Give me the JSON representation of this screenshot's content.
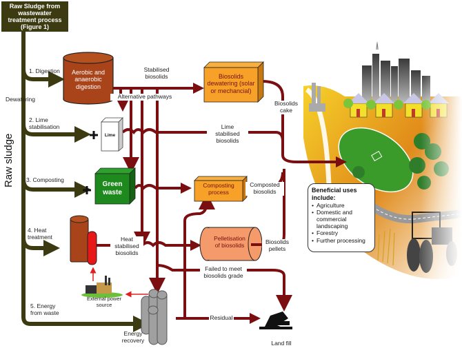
{
  "title_box": "Raw Sludge from\nwastewater\ntreatment process\n(Figure 1)",
  "vertical_label": "Raw sludge",
  "colors": {
    "trunk": "#3b3a10",
    "pathway": "#7a0e10",
    "power_arrow": "#e02020",
    "digester": "#a8431a",
    "dewatering_box": "#f7a128",
    "green_waste": "#1e8a1e",
    "pellet": "#f59a6a"
  },
  "process_routes": [
    {
      "id": "digestion",
      "label": "1. Digestion"
    },
    {
      "id": "dewatering",
      "label": "Dewatering"
    },
    {
      "id": "lime",
      "label": "2. Lime\nstabilisation"
    },
    {
      "id": "composting",
      "label": "3. Composting"
    },
    {
      "id": "heat",
      "label": "4. Heat\ntreatment"
    },
    {
      "id": "energy",
      "label": "5. Energy\nfrom waste"
    }
  ],
  "nodes": {
    "digester": "Aerobic and\nanaerobic\ndigestion",
    "dewatering": "Biosolids\ndewatering (solar\nor mechancial)",
    "lime": "Lime",
    "green_waste": "Green\nwaste",
    "composting": "Composting\nprocess",
    "pelletisation": "Pelletisation\nof biosolids",
    "power": "External power\nsource",
    "energy_recovery": "Energy\nrecovery",
    "landfill": "Land fill"
  },
  "flow_labels": {
    "stabilised": "Stabilised\nbiosolids",
    "alternative": "Alternative pathways",
    "cake": "Biosolids\ncake",
    "lime_stabilised": "Lime\nstabilised\nbiosolids",
    "composted": "Composted\nbiosolids",
    "heat_stabilised": "Heat\nstabilised\nbiosolids",
    "pellets": "Biosolids\npellets",
    "failed": "Failed to meet\nbiosolids grade",
    "residual": "Residual"
  },
  "beneficial_uses": {
    "heading": "Beneficial uses\ninclude:",
    "items": [
      "Agriculture",
      "Domestic and\n  commercial\n  landscaping",
      "Forestry",
      "Further processing"
    ]
  },
  "plus_sign": "+"
}
